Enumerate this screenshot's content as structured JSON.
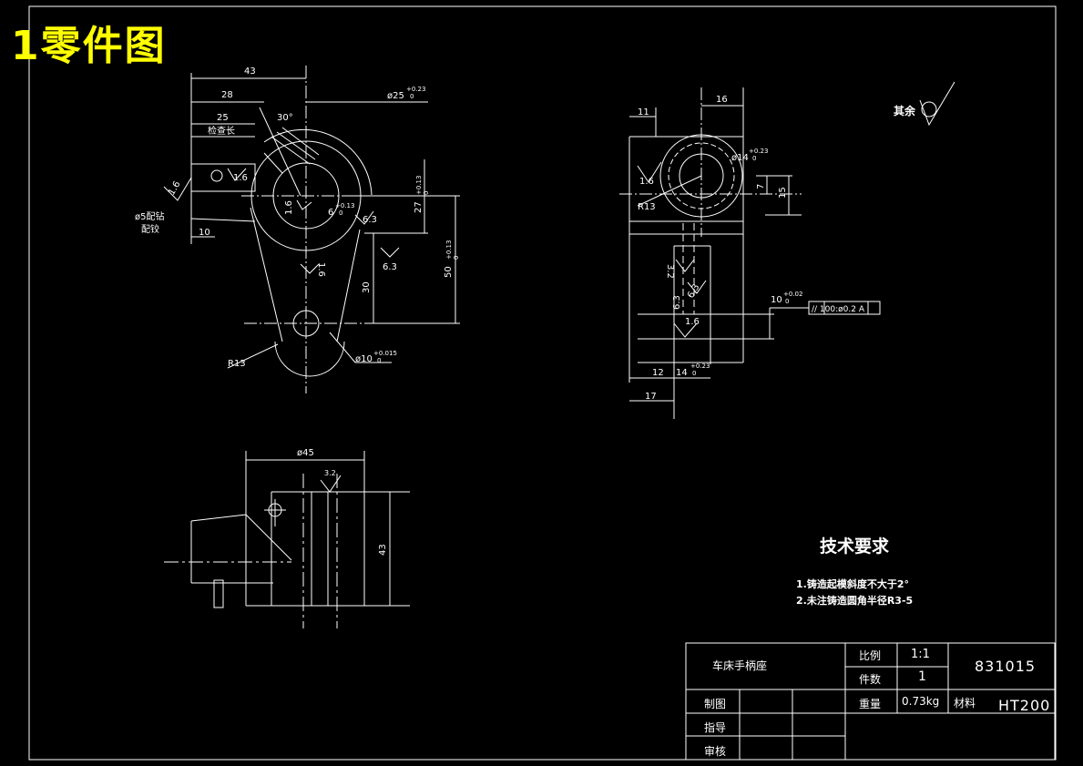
{
  "title": "1零件图",
  "tech_requirements": {
    "heading": "技术要求",
    "items": [
      "1.铸造起模斜度不大于2°",
      "2.未注铸造圆角半径R3-5"
    ]
  },
  "roughness_note": "其余",
  "title_block": {
    "part_name": "车床手柄座",
    "scale_label": "比例",
    "scale_value": "1:1",
    "qty_label": "件数",
    "qty_value": "1",
    "drawing_no": "831015",
    "weight_label": "重量",
    "weight_value": "0.73kg",
    "material_label": "材料",
    "material_value": "HT200",
    "drawn_label": "制图",
    "guide_label": "指导",
    "review_label": "审核"
  },
  "dims": {
    "d43": "43",
    "d28": "28",
    "d25": "25",
    "ang30": "30°",
    "check_len": "检查长",
    "dia25": "ø25",
    "dia25_tol": "+0.23",
    "dia25_tol0": "0",
    "rough16a": "1.6",
    "rough16b": "1.6",
    "rough16c": "1.6",
    "dia5": "ø5配钻",
    "dia5_b": "配铰",
    "d10": "10",
    "w6": "6",
    "w6_tol": "+0.13",
    "w6_tol0": "0",
    "d27": "27",
    "d27_tol": "+0.13",
    "d27_tol0": "0",
    "d50": "50",
    "d50_tol": "+0.13",
    "d50_tol0": "0",
    "d30": "30",
    "rough63a": "6.3",
    "rough63b": "6.3",
    "rough16d": "1.6",
    "r13a": "R13",
    "dia10": "ø10",
    "dia10_tol": "+0.015",
    "dia10_tol0": "0",
    "d11": "11",
    "d16": "16",
    "dia14": "ø14",
    "dia14_tol": "+0.23",
    "dia14_tol0": "0",
    "rough16e": "1.6",
    "r13b": "R13",
    "d7": "7",
    "d15": "15",
    "rough32a": "3.2",
    "rough63c": "6.3",
    "rough63d": "6.3",
    "rough16f": "1.6",
    "d10b": "10",
    "d10b_tol": "+0.02",
    "d10b_tol0": "0",
    "gtol": "// 100:ø0.2 A",
    "d12": "12",
    "d14": "14",
    "d14_tol": "+0.23",
    "d14_tol0": "0",
    "d17": "17",
    "dia45": "ø45",
    "rough32b": "3.2",
    "d43b": "43"
  }
}
